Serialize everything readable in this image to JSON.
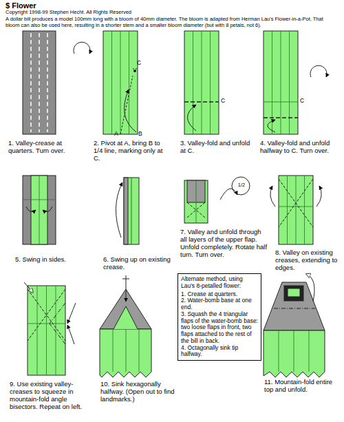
{
  "diagram": {
    "title": "$ Flower",
    "nodes": [
      {
        "text": [
          "Alternate method, using Lau's 8-petalled flower:",
          "1. Crease at quarters.",
          "2. Water-bomb base at one end.",
          "3. Squash the 4 triangular flaps of the water-bomb base: two loose flaps in front, two flaps attached to the rest of the bill in back.",
          "4. Octagonally sink tip halfway."
        ]
      }
    ],
    "labels": [
      "Copyright 1998-99 Stephen Hecht.  All Rights Reserved",
      "A dollar bill produces a model 100mm long with a bloom of 40mm diameter. The bloom is adapted from Herman Lau's Flower-in-a-Pot. That bloom can also be used here, resulting in a shorter stem and a smaller bloom diameter (but with 8 petals, not 6).",
      "C",
      "A",
      "B",
      "1. Valley-crease at quarters. Turn over.",
      "2. Pivot at A, bring B to 1/4 line, marking only at C.",
      "C",
      "3. Valley-fold and unfold at C.",
      "C",
      "4. Valley-fold and unfold halfway to C. Turn over.",
      "5. Swing in sides.",
      "6. Swing up on existing crease.",
      "1/2",
      "7. Valley and unfold through all layers of the upper flap. Unfold completely. Rotate half turn. Turn over.",
      "8. Valley on existing creases, extending to edges.",
      "9. Use existing valley-creases to squeeze in mountain-fold angle bisectors. Repeat on left.",
      "10. Sink hexagonally halfway. (Open out to find landmarks.)",
      "11. Mountain-fold entire top and unfold."
    ]
  }
}
